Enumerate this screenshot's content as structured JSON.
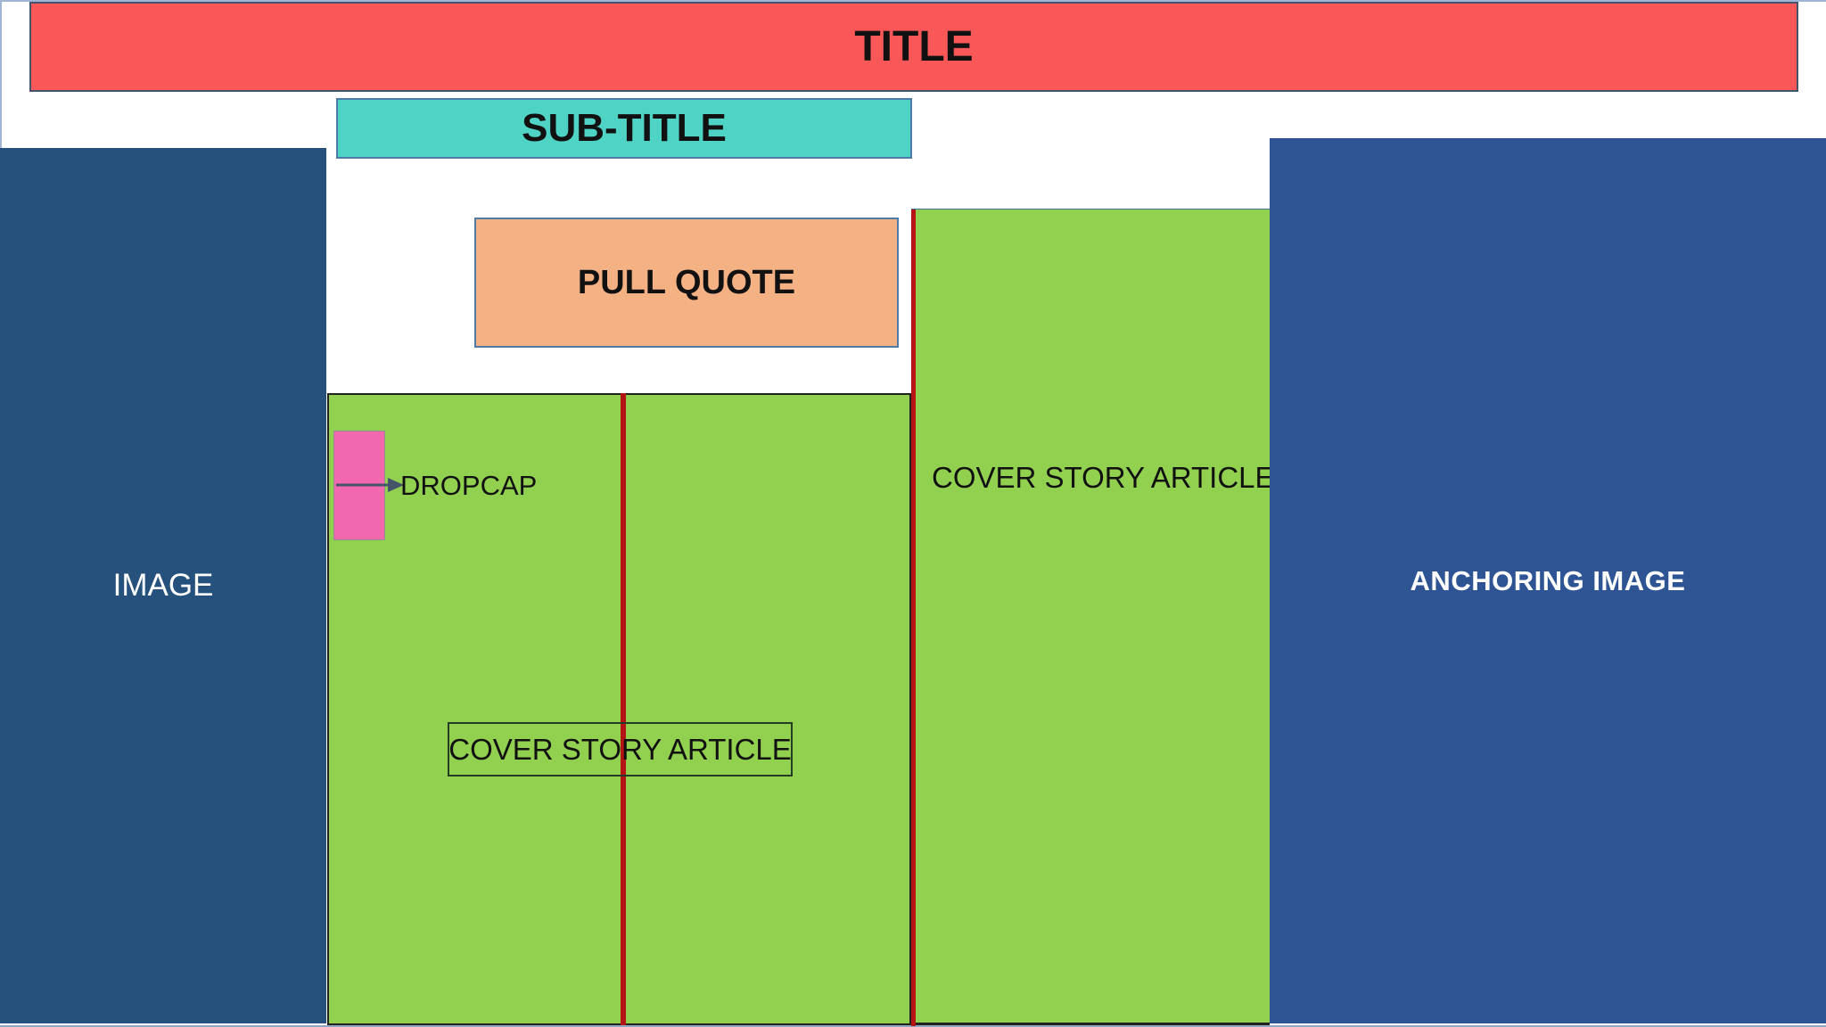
{
  "slide": {
    "title": "TITLE",
    "subtitle": "SUB-TITLE",
    "pull_quote": "PULL QUOTE",
    "image_label": "IMAGE",
    "dropcap_label": "DROPCAP",
    "cover_story_main_label": "COVER STORY ARTICLE",
    "cover_story_column_label": "COVER STORY ARTICLE",
    "anchoring_image_label": "ANCHORING IMAGE"
  },
  "colors": {
    "title_bg": "#fa5858",
    "subtitle_bg": "#4fd3c5",
    "pull_quote_bg": "#f4b183",
    "article_bg": "#92d050",
    "dropcap_bg": "#f268ae",
    "image_bg": "#25517c",
    "anchoring_bg": "#2e5494",
    "divider_red": "#b51414",
    "outline_dark": "#44546a",
    "outline_steel": "#4e7ba7",
    "label_box_border": "#243b24",
    "page_hairline": "#9fb6d4",
    "text_dark": "#111111",
    "text_light": "#ffffff"
  }
}
